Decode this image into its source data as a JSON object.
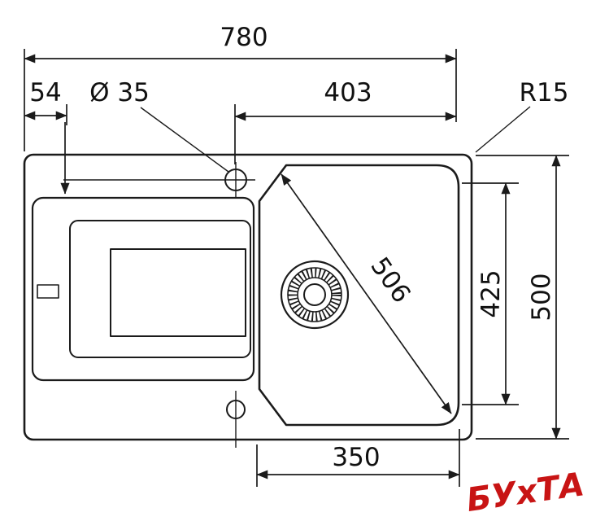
{
  "drawing": {
    "dims": {
      "overall_width": "780",
      "edge_offset": "54",
      "hole_diameter": "Ø 35",
      "hole_to_edge": "403",
      "corner_radius": "R15",
      "bowl_diagonal": "506",
      "bowl_depth": "425",
      "overall_depth": "500",
      "bowl_width": "350"
    },
    "watermark": "БУхТА"
  },
  "colors": {
    "line": "#1b1b1b",
    "watermark": "#c81414",
    "background": "#ffffff"
  }
}
